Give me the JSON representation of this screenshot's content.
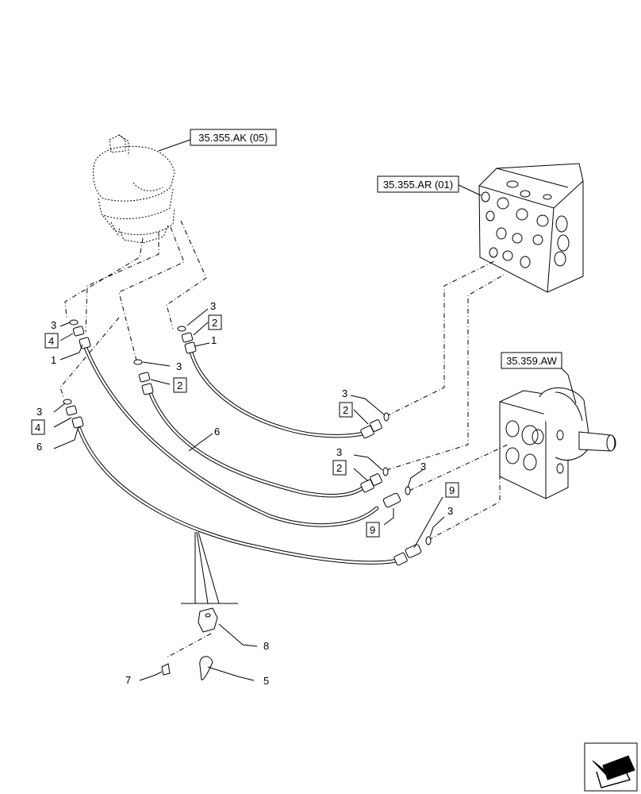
{
  "references": {
    "joystick": "35.355.AK (05)",
    "valve_block": "35.355.AR (01)",
    "motor": "35.359.AW"
  },
  "callouts": {
    "c1a": "3",
    "c1b": "4",
    "c1c": "1",
    "c2a": "3",
    "c2b": "4",
    "c2c": "6",
    "c3a": "3",
    "c3b": "2",
    "c4a": "3",
    "c4b": "2",
    "c4c": "1",
    "c5": "6",
    "c6a": "3",
    "c6b": "2",
    "c7a": "3",
    "c7b": "2",
    "c8a": "3",
    "c8b": "9",
    "c9a": "9",
    "c9b": "3",
    "c10": "8",
    "c11": "7",
    "c12": "5"
  },
  "icons": {
    "nav": "arrow-left-icon"
  }
}
